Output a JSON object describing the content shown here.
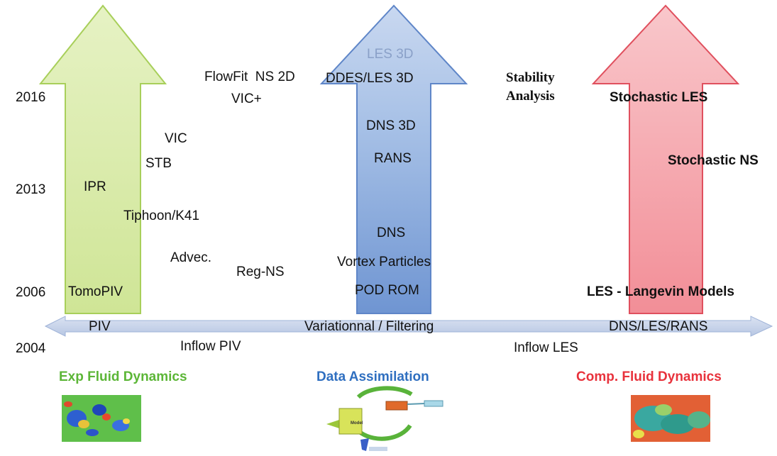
{
  "years": [
    "2016",
    "2013",
    "2006",
    "2004"
  ],
  "timeline": {
    "labels": [
      "PIV",
      "Variationnal / Filtering",
      "DNS/LES/RANS"
    ]
  },
  "inflow": {
    "piv": "Inflow PIV",
    "les": "Inflow LES"
  },
  "experimental": {
    "items": [
      "IPR",
      "TomoPIV",
      "VIC",
      "STB",
      "Tiphoon/K41",
      "Advec.",
      "Reg-NS",
      "FlowFit  NS 2D",
      "VIC+"
    ]
  },
  "assimilation": {
    "items": [
      "LES 3D",
      "DDES/LES 3D",
      "DNS 3D",
      "RANS",
      "DNS",
      "Vortex Particles",
      "POD ROM"
    ],
    "stability": [
      "Stability",
      "Analysis"
    ]
  },
  "computational": {
    "items": [
      "Stochastic LES",
      "Stochastic NS",
      "LES - Langevin Models"
    ]
  },
  "domains": {
    "exp": "Exp Fluid Dynamics",
    "da": "Data Assimilation",
    "cfd": "Comp. Fluid Dynamics"
  },
  "diagram_labels": {
    "model": "Model"
  },
  "colors": {
    "green_arrow": "#d7eaa6",
    "green_arrow_edge": "#a8cf5a",
    "blue_arrow": "#98b5e0",
    "blue_arrow_edge": "#5f86c8",
    "red_arrow": "#f5a6ac",
    "red_arrow_edge": "#e0505e",
    "timeline": "#c3d0e8",
    "exp_title": "#5cb637",
    "da_title": "#2f6fc0",
    "cfd_title": "#e8323c"
  }
}
